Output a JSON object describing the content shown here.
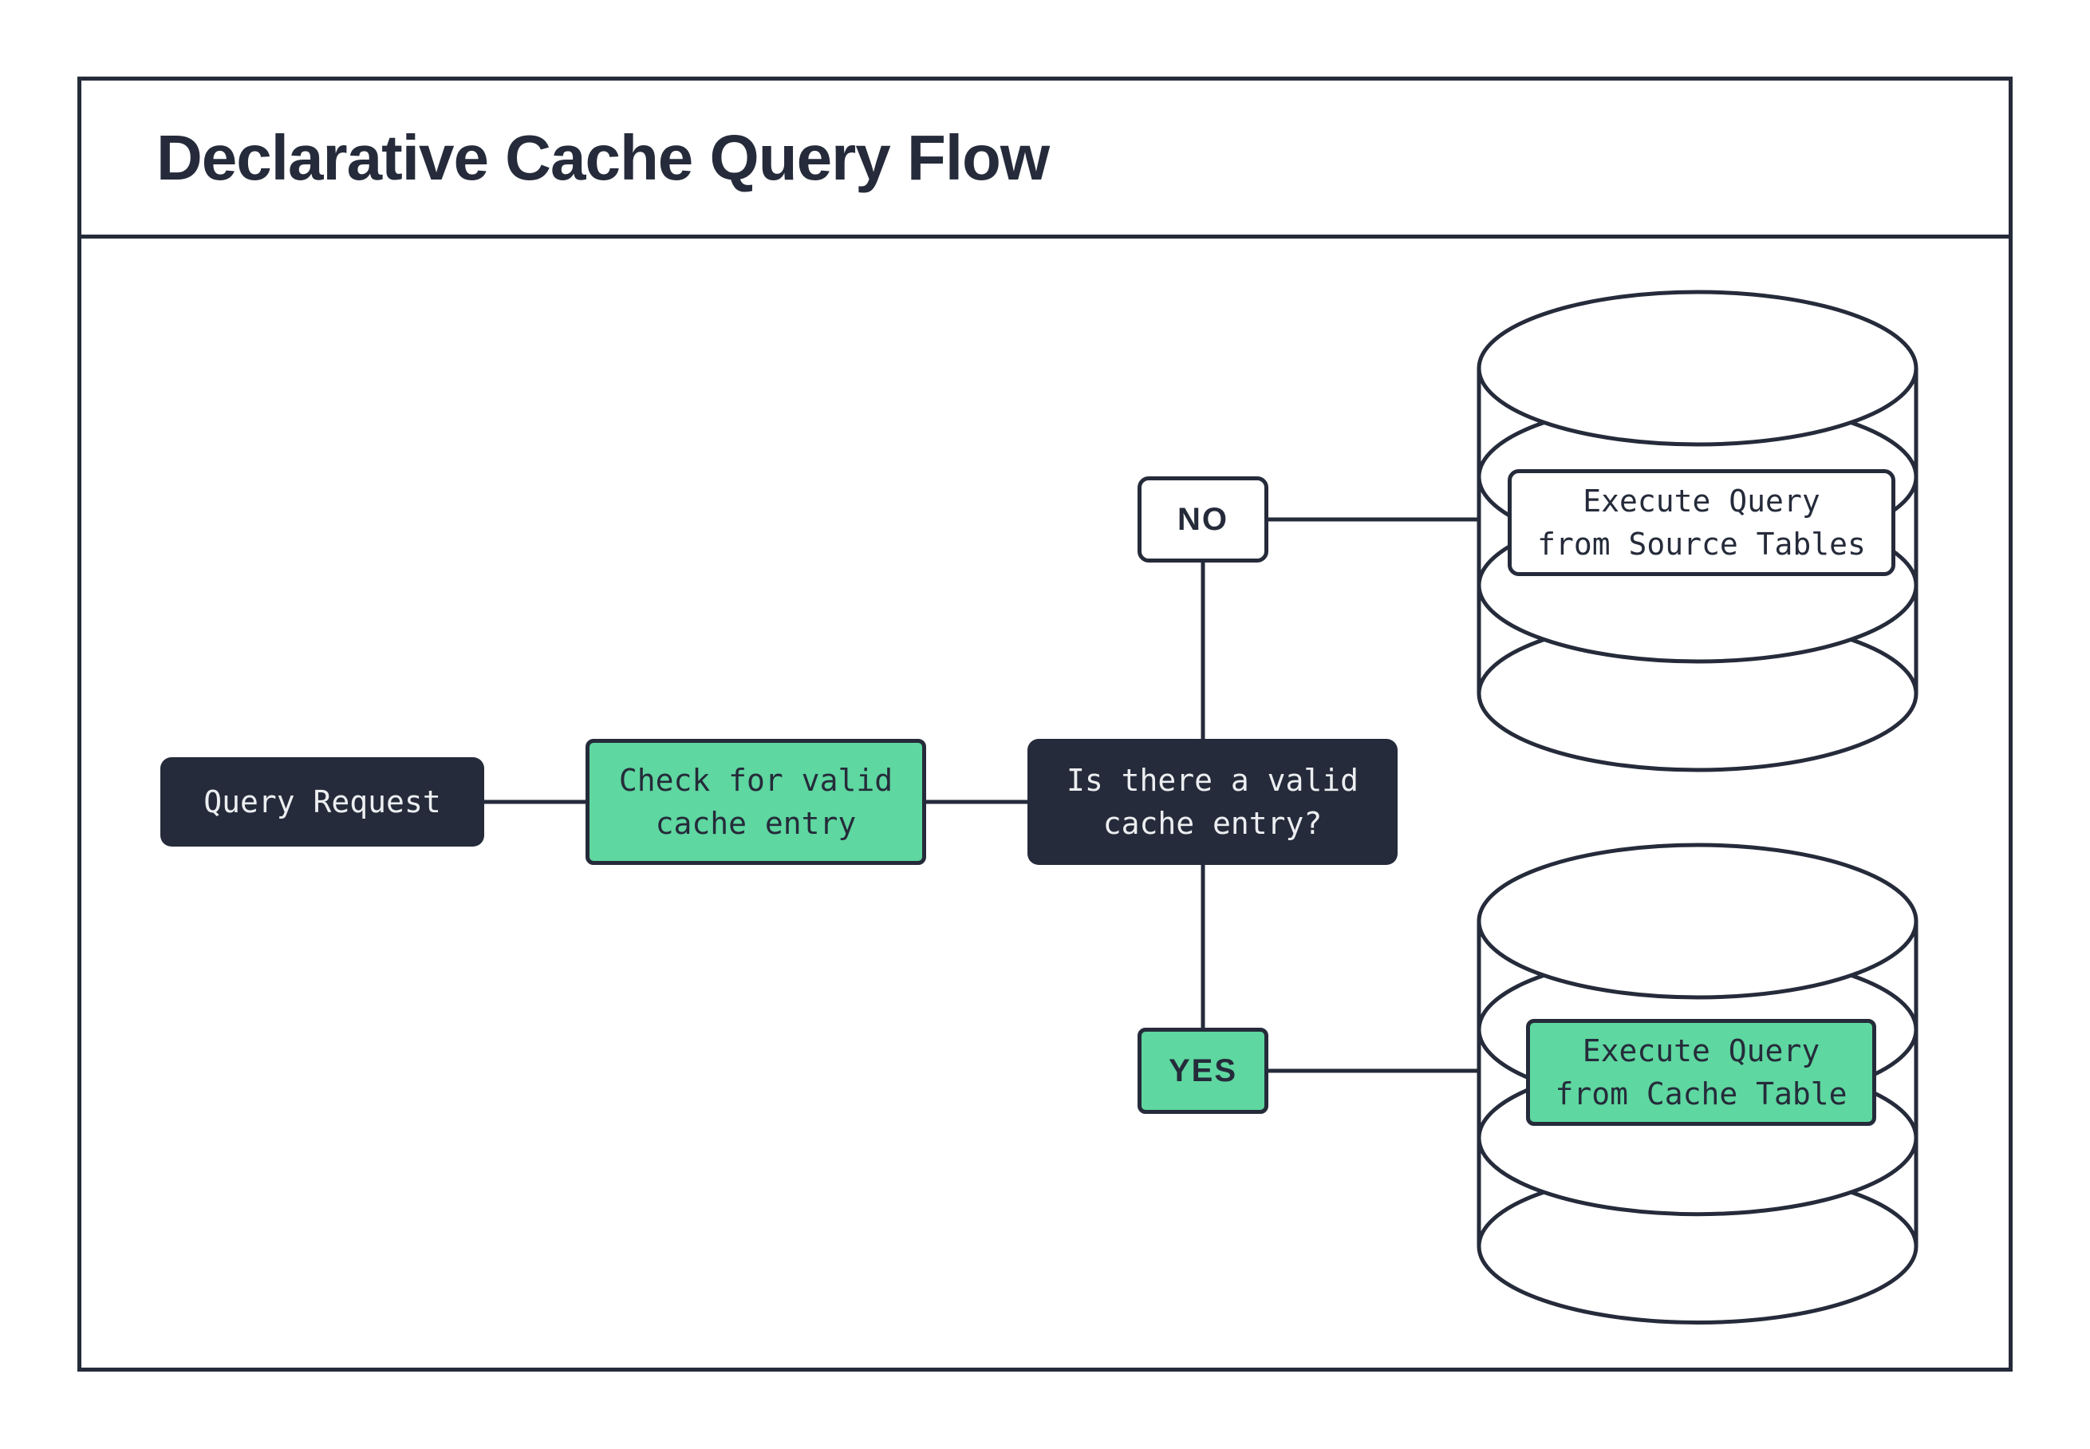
{
  "title": "Declarative Cache Query Flow",
  "colors": {
    "navy": "#252B3A",
    "green": "#5ED7A0",
    "white": "#FFFFFF"
  },
  "nodes": {
    "query_request": {
      "label": "Query Request"
    },
    "check_cache": {
      "lines": [
        "Check for valid",
        "cache entry"
      ]
    },
    "decision": {
      "lines": [
        "Is there a valid",
        "cache entry?"
      ]
    },
    "branch_no": {
      "label": "NO"
    },
    "branch_yes": {
      "label": "YES"
    },
    "source_db": {
      "lines": [
        "Execute Query",
        "from Source Tables"
      ]
    },
    "cache_db": {
      "lines": [
        "Execute Query",
        "from Cache Table"
      ]
    }
  }
}
